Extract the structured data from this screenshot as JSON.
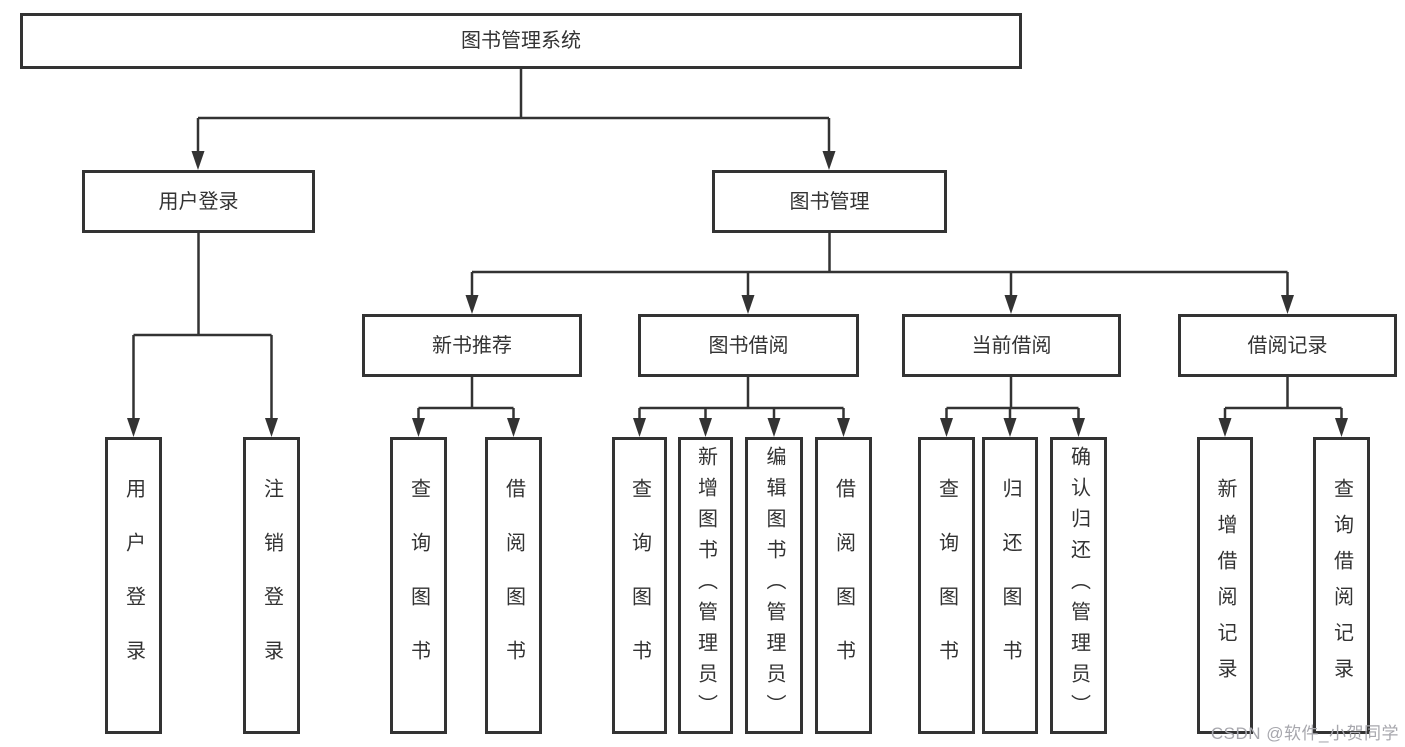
{
  "nodes": {
    "root": "图书管理系统",
    "user_login": "用户登录",
    "book_management": "图书管理",
    "new_book_recommend": "新书推荐",
    "book_borrow": "图书借阅",
    "current_borrow": "当前借阅",
    "borrow_records": "借阅记录",
    "leaf_user_login": "用户登录",
    "leaf_logout": "注销登录",
    "leaf_query_book_recommend": "查询图书",
    "leaf_borrow_book_recommend": "借阅图书",
    "leaf_query_book_borrow": "查询图书",
    "leaf_add_book_admin": "新增图书（管理员）",
    "leaf_edit_book_admin": "编辑图书（管理员）",
    "leaf_borrow_book_borrow": "借阅图书",
    "leaf_query_book_current": "查询图书",
    "leaf_return_book": "归还图书",
    "leaf_confirm_return_admin": "确认归还（管理员）",
    "leaf_add_borrow_record": "新增借阅记录",
    "leaf_query_borrow_record": "查询借阅记录"
  },
  "edges": [
    {
      "from": "root",
      "to": "user_login"
    },
    {
      "from": "root",
      "to": "book_management"
    },
    {
      "from": "user_login",
      "to": "leaf_user_login"
    },
    {
      "from": "user_login",
      "to": "leaf_logout"
    },
    {
      "from": "book_management",
      "to": "new_book_recommend"
    },
    {
      "from": "book_management",
      "to": "book_borrow"
    },
    {
      "from": "book_management",
      "to": "current_borrow"
    },
    {
      "from": "book_management",
      "to": "borrow_records"
    },
    {
      "from": "new_book_recommend",
      "to": "leaf_query_book_recommend"
    },
    {
      "from": "new_book_recommend",
      "to": "leaf_borrow_book_recommend"
    },
    {
      "from": "book_borrow",
      "to": "leaf_query_book_borrow"
    },
    {
      "from": "book_borrow",
      "to": "leaf_add_book_admin"
    },
    {
      "from": "book_borrow",
      "to": "leaf_edit_book_admin"
    },
    {
      "from": "book_borrow",
      "to": "leaf_borrow_book_borrow"
    },
    {
      "from": "current_borrow",
      "to": "leaf_query_book_current"
    },
    {
      "from": "current_borrow",
      "to": "leaf_return_book"
    },
    {
      "from": "current_borrow",
      "to": "leaf_confirm_return_admin"
    },
    {
      "from": "borrow_records",
      "to": "leaf_add_borrow_record"
    },
    {
      "from": "borrow_records",
      "to": "leaf_query_borrow_record"
    }
  ],
  "watermark": "CSDN @软件_小贺同学",
  "colors": {
    "line": "#333333",
    "text": "#333333",
    "box_background": "#ffffff",
    "background": "#ffffff",
    "watermark_text": "#a7a7ad"
  }
}
